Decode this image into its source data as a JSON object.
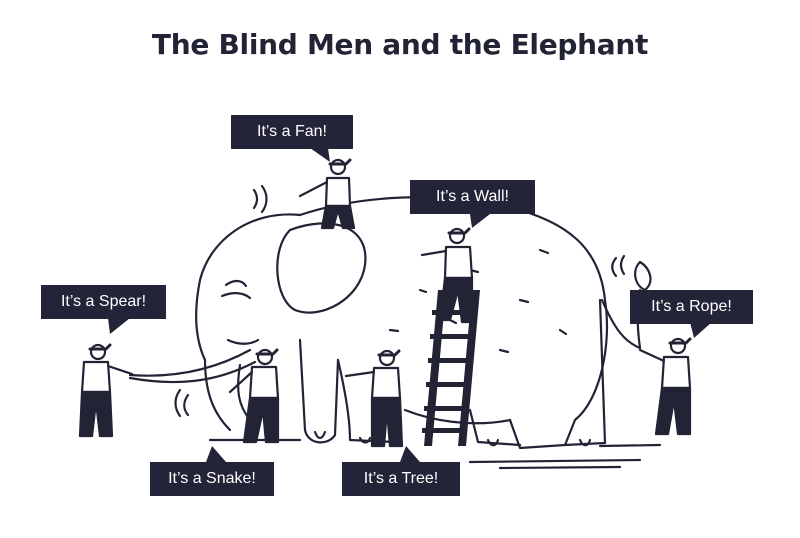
{
  "title": "The Blind Men and the Elephant",
  "colors": {
    "ink": "#232336",
    "bubble": "#242438",
    "bubble_text": "#ffffff",
    "background": "#ffffff"
  },
  "bubbles": {
    "fan": "It’s a Fan!",
    "wall": "It’s a Wall!",
    "spear": "It’s a Spear!",
    "rope": "It’s a Rope!",
    "snake": "It’s a Snake!",
    "tree": "It’s a Tree!"
  }
}
